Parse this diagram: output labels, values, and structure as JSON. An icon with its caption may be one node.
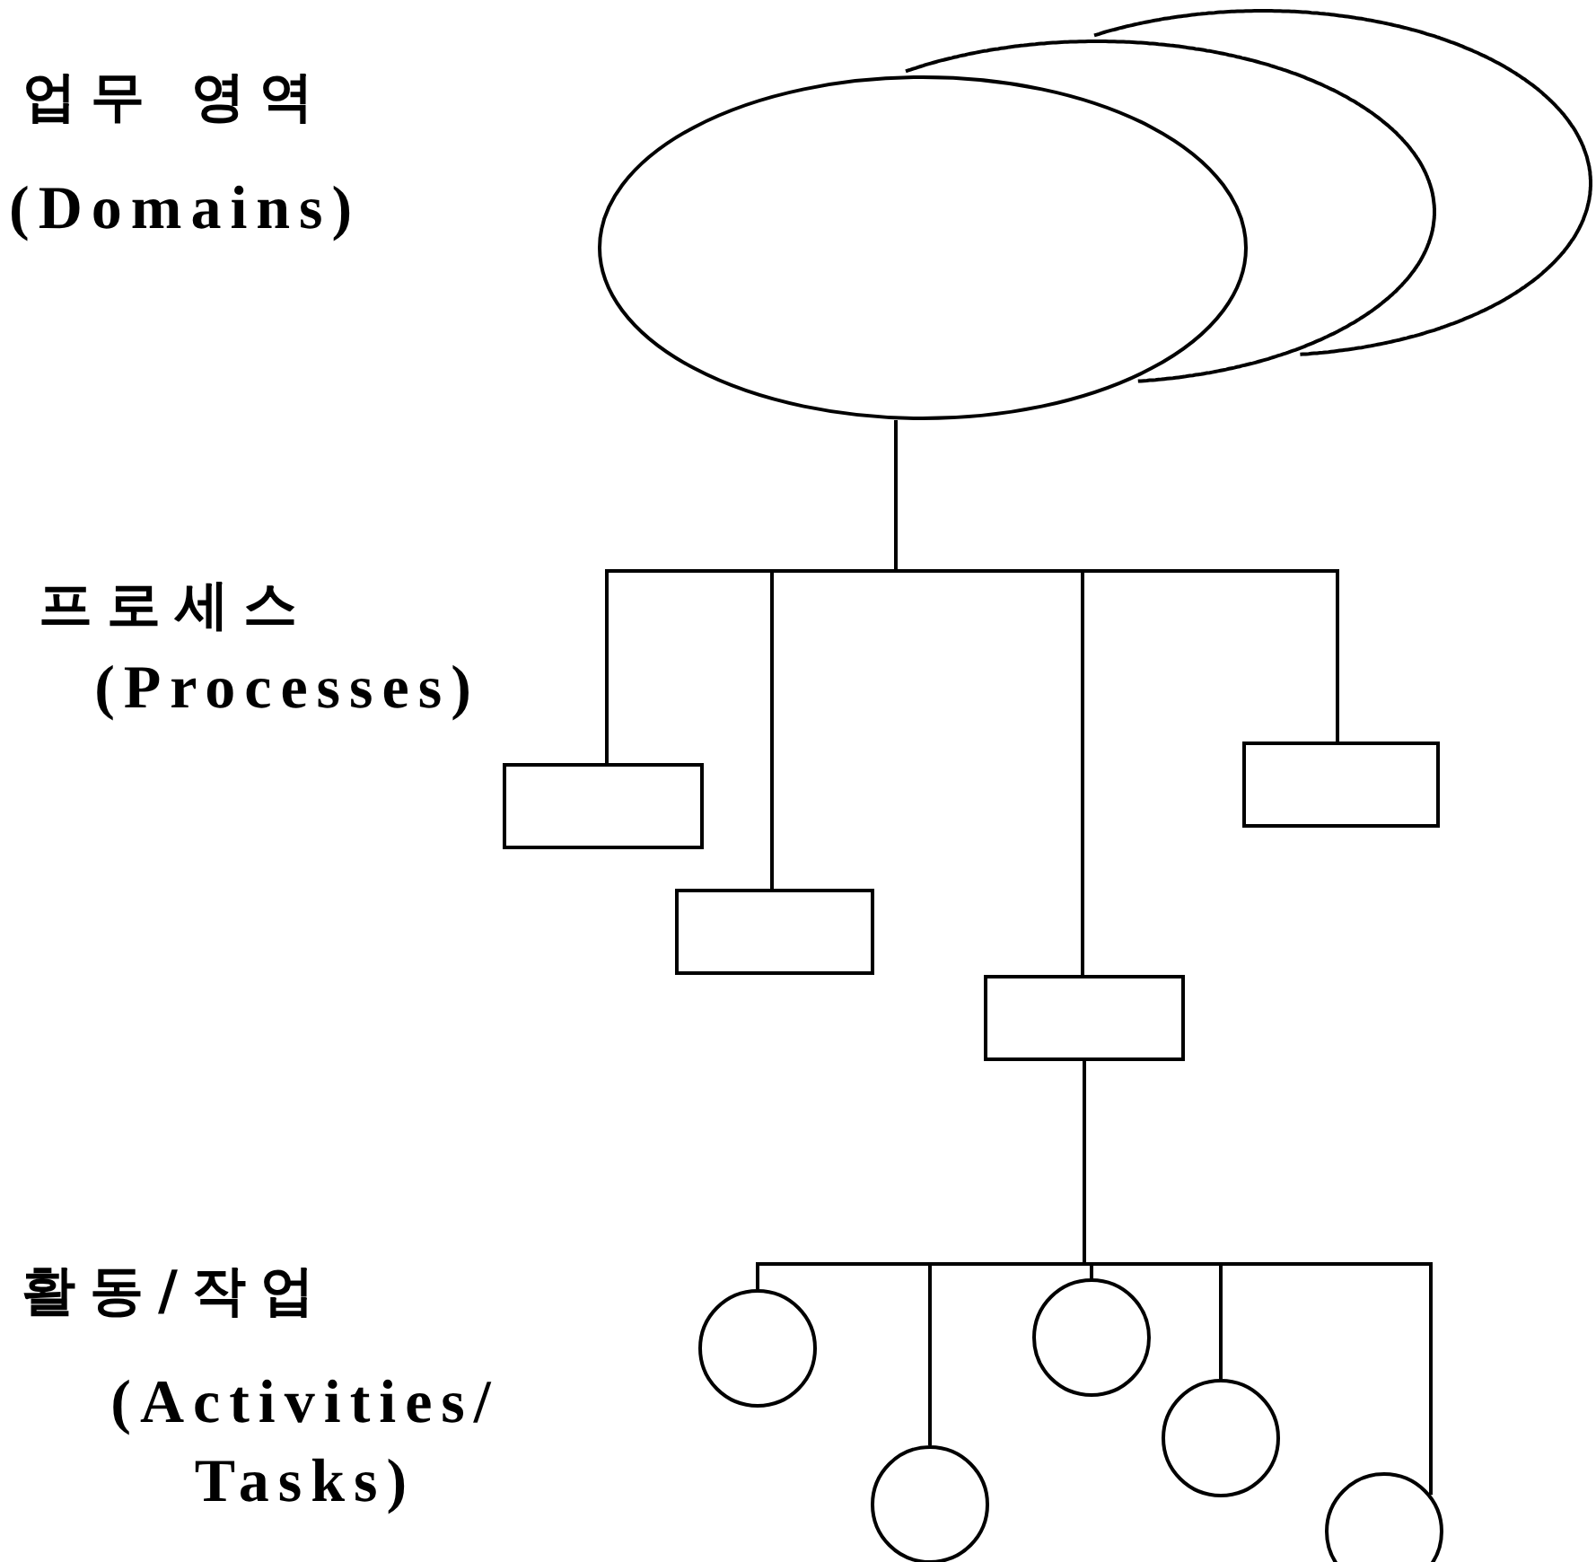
{
  "diagram": {
    "nodes": [
      {
        "text": [],
        "shape": "ellipse"
      },
      {
        "text": [],
        "shape": "ellipse"
      },
      {
        "text": [],
        "shape": "ellipse"
      },
      {
        "text": [],
        "shape": "box"
      },
      {
        "text": [],
        "shape": "box"
      },
      {
        "text": [],
        "shape": "box"
      },
      {
        "text": [],
        "shape": "box"
      },
      {
        "text": [],
        "shape": "circle"
      },
      {
        "text": [],
        "shape": "circle"
      },
      {
        "text": [],
        "shape": "circle"
      },
      {
        "text": [],
        "shape": "circle"
      },
      {
        "text": [],
        "shape": "circle"
      }
    ],
    "edges": [
      {
        "from": 0,
        "to": 3,
        "arrow": "none"
      },
      {
        "from": 0,
        "to": 4,
        "arrow": "none"
      },
      {
        "from": 0,
        "to": 5,
        "arrow": "none"
      },
      {
        "from": 0,
        "to": 6,
        "arrow": "none"
      },
      {
        "from": 5,
        "to": 7,
        "arrow": "none"
      },
      {
        "from": 5,
        "to": 8,
        "arrow": "none"
      },
      {
        "from": 5,
        "to": 9,
        "arrow": "none"
      },
      {
        "from": 5,
        "to": 10,
        "arrow": "none"
      },
      {
        "from": 5,
        "to": 11,
        "arrow": "none"
      }
    ],
    "labels": [
      "업무 영역",
      "(Domains)",
      "프로세스",
      "(Processes)",
      "활동/작업",
      "(Activities/ Tasks)"
    ]
  }
}
